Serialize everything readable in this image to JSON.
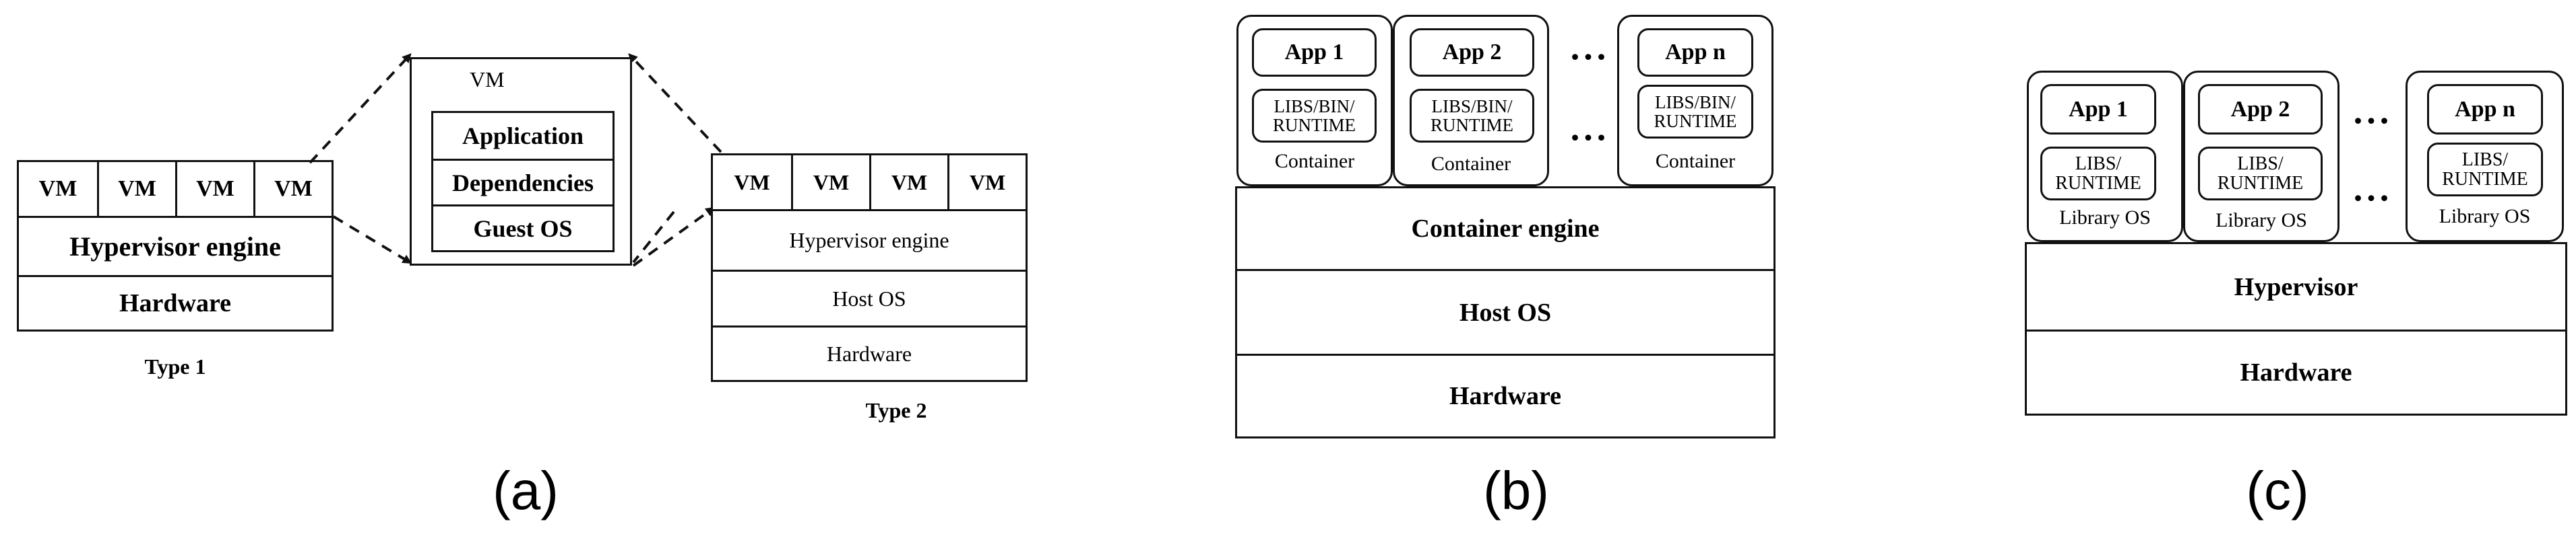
{
  "panel_a": {
    "type1": {
      "vms": [
        "VM",
        "VM",
        "VM",
        "VM"
      ],
      "hypervisor": "Hypervisor engine",
      "hardware": "Hardware",
      "caption": "Type 1"
    },
    "vm_detail": {
      "title": "VM",
      "layers": [
        "Application",
        "Dependencies",
        "Guest OS"
      ]
    },
    "type2": {
      "vms": [
        "VM",
        "VM",
        "VM",
        "VM"
      ],
      "hypervisor": "Hypervisor engine",
      "host_os": "Host OS",
      "hardware": "Hardware",
      "caption": "Type 2"
    },
    "label": "(a)"
  },
  "panel_b": {
    "containers": [
      {
        "app": "App 1",
        "libs": "LIBS/BIN/\nRUNTIME",
        "name": "Container"
      },
      {
        "app": "App 2",
        "libs": "LIBS/BIN/\nRUNTIME",
        "name": "Container"
      },
      {
        "app": "App n",
        "libs": "LIBS/BIN/\nRUNTIME",
        "name": "Container"
      }
    ],
    "ellipsis": "...",
    "engine": "Container engine",
    "host_os": "Host OS",
    "hardware": "Hardware",
    "label": "(b)"
  },
  "panel_c": {
    "units": [
      {
        "app": "App 1",
        "libs": "LIBS/\nRUNTIME",
        "name": "Library OS"
      },
      {
        "app": "App 2",
        "libs": "LIBS/\nRUNTIME",
        "name": "Library OS"
      },
      {
        "app": "App n",
        "libs": "LIBS/\nRUNTIME",
        "name": "Library OS"
      }
    ],
    "ellipsis": "...",
    "hypervisor": "Hypervisor",
    "hardware": "Hardware",
    "label": "(c)"
  }
}
